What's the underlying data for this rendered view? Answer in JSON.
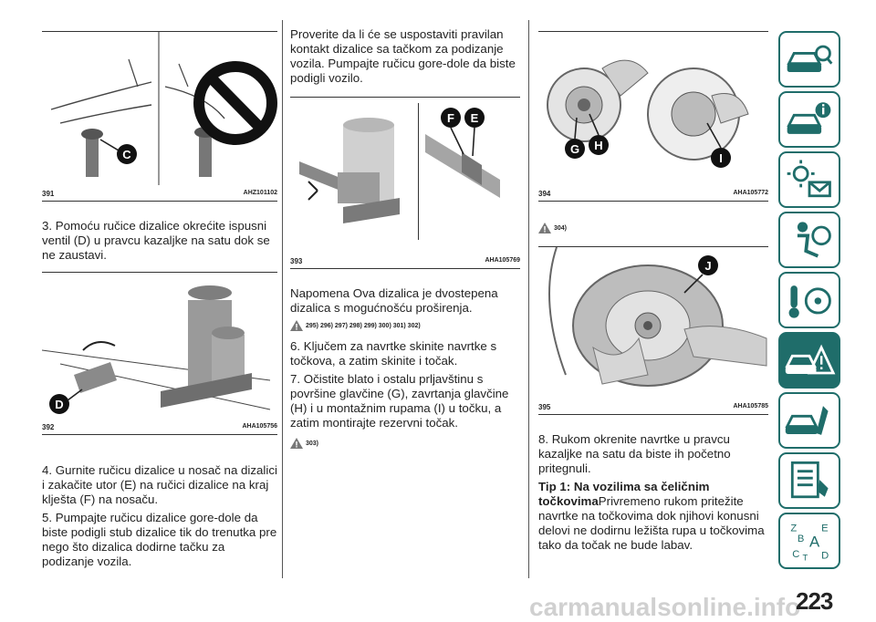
{
  "figures": {
    "f391": {
      "number": "391",
      "code": "AHZ101102",
      "label_c": "C"
    },
    "f392": {
      "number": "392",
      "code": "AHA105756",
      "label_d": "D"
    },
    "f393": {
      "number": "393",
      "code": "AHA105769",
      "label_f": "F",
      "label_e": "E"
    },
    "f394": {
      "number": "394",
      "code": "AHA105772",
      "label_g": "G",
      "label_h": "H",
      "label_i": "I"
    },
    "f395": {
      "number": "395",
      "code": "AHA105785",
      "label_j": "J"
    }
  },
  "text": {
    "step3": "3. Pomoću ručice dizalice okrećite ispusni ventil (D) u pravcu kazaljke na satu dok se ne zaustavi.",
    "step4": "4. Gurnite ručicu dizalice u nosač na dizalici i zakačite utor (E) na ručici dizalice na kraj klješta (F) na nosaču.",
    "step5": "5. Pumpajte ručicu dizalice gore-dole da biste podigli stub dizalice tik do trenutka pre nego što dizalica dodirne tačku za podizanje vozila.",
    "col2_intro": "Proverite da li će se uspostaviti pravilan kontakt dizalice sa tačkom za podizanje vozila. Pumpajte ručicu gore-dole da biste podigli vozilo.",
    "note": "Napomena  Ova dizalica je dvostepena dizalica s mogućnošću proširenja.",
    "warn_refs_1": "295) 296) 297) 298) 299) 300) 301) 302)",
    "step6": "6. Ključem za navrtke skinite navrtke s točkova, a zatim skinite i točak.",
    "step7": "7. Očistite blato i ostalu prljavštinu s površine glavčine (G), zavrtanja glavčine (H) i u montažnim rupama (I) u točku, a zatim montirajte rezervni točak.",
    "warn_refs_2": "303)",
    "warn_refs_3": "304)",
    "step8": "8. Rukom okrenite navrtke u pravcu kazaljke na satu da biste ih početno pritegnuli.",
    "tip_title": "Tip 1: Na vozilima sa čeličnim točkovima",
    "tip_body": "Privremeno rukom pritežite navrtke na točkovima dok njihovi konusni delovi ne dodirnu ležišta rupa u točkovima tako da točak ne bude labav."
  },
  "page": {
    "number": "223",
    "watermark": "carmanualsonline.info"
  },
  "sidebar": {
    "tabs": [
      {
        "icon": "car-search-icon",
        "active": false
      },
      {
        "icon": "car-info-icon",
        "active": false
      },
      {
        "icon": "light-message-icon",
        "active": false
      },
      {
        "icon": "airbag-seat-icon",
        "active": false
      },
      {
        "icon": "key-steering-icon",
        "active": false
      },
      {
        "icon": "car-warning-triangle-icon",
        "active": true
      },
      {
        "icon": "car-wrench-icon",
        "active": false
      },
      {
        "icon": "spec-list-icon",
        "active": false
      },
      {
        "icon": "alphabet-index-icon",
        "active": false
      }
    ],
    "index_letters": [
      "Z",
      "E",
      "B",
      "A",
      "C",
      "T",
      "D"
    ]
  },
  "colors": {
    "accent": "#1f6d6a",
    "text": "#222222",
    "rule": "#333333"
  }
}
